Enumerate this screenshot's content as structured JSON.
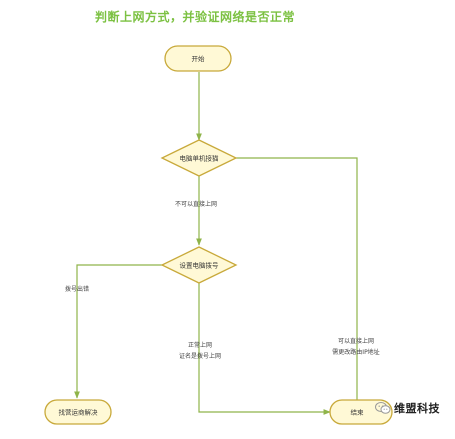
{
  "title": "判断上网方式，并验证网络是否正常",
  "nodes": {
    "start": "开始",
    "decision_direct": "电脑单机接猫",
    "decision_dialup": "设置电脑拨号",
    "contact_isp": "找营运商解决",
    "end": "结束"
  },
  "edges": {
    "cannot_direct": "不可以直接上网",
    "dialup_error": "拨号出错",
    "normal_line1": "正常上网",
    "normal_line2": "证名是拨号上网",
    "direct_line1": "可以直接上网",
    "direct_line2": "需更改路由IP地址"
  },
  "watermark": "维盟科技",
  "colors": {
    "title": "#7cc142",
    "node_fill": "#fff9d6",
    "node_stroke": "#c8a93a",
    "edge": "#8fb44a"
  }
}
